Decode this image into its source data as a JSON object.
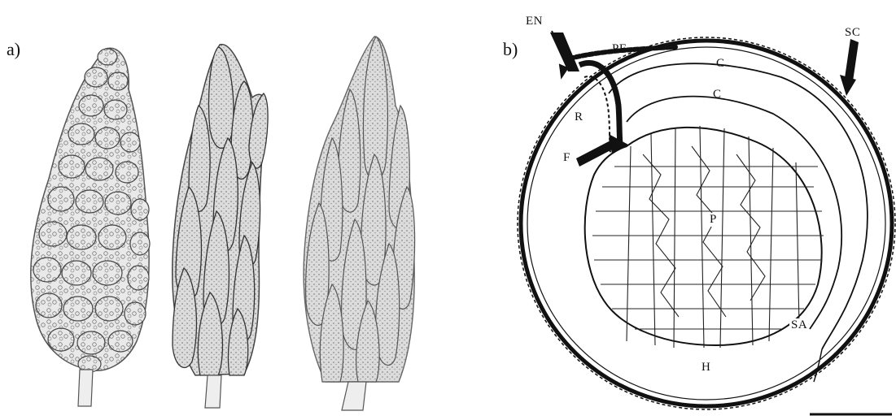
{
  "panels": {
    "a": {
      "label": "a)"
    },
    "b": {
      "label": "b)",
      "labels": {
        "EN": "EN",
        "PE": "PE",
        "SC": "SC",
        "C1": "C",
        "C2": "C",
        "R": "R",
        "F": "F",
        "P": "P",
        "SA": "SA",
        "H": "H"
      }
    }
  },
  "colors": {
    "ink": "#111111",
    "stipple": "#9a9a9a",
    "paper": "#ffffff"
  }
}
